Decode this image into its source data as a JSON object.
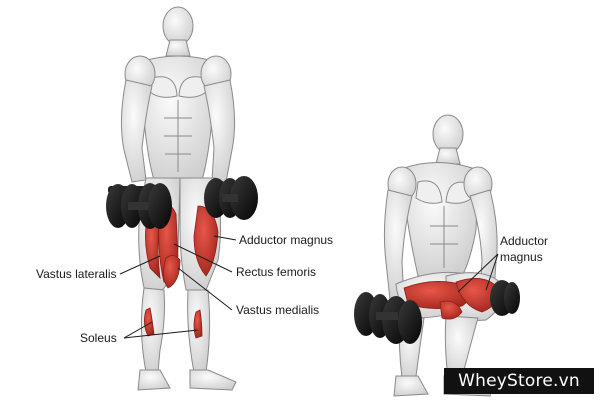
{
  "labels": {
    "adductor_magnus_left": "Adductor magnus",
    "vastus_lateralis": "Vastus lateralis",
    "rectus_femoris": "Rectus femoris",
    "vastus_medialis": "Vastus medialis",
    "soleus": "Soleus",
    "adductor_magnus_right_line1": "Adductor",
    "adductor_magnus_right_line2": "magnus"
  },
  "watermark": "WheyStore.vn",
  "colors": {
    "muscle": "#c9382c",
    "muscle_dark": "#8f1f18",
    "skin": "#e6e6e6",
    "outline": "#8a8a8a",
    "dumbbell": "#141414"
  }
}
